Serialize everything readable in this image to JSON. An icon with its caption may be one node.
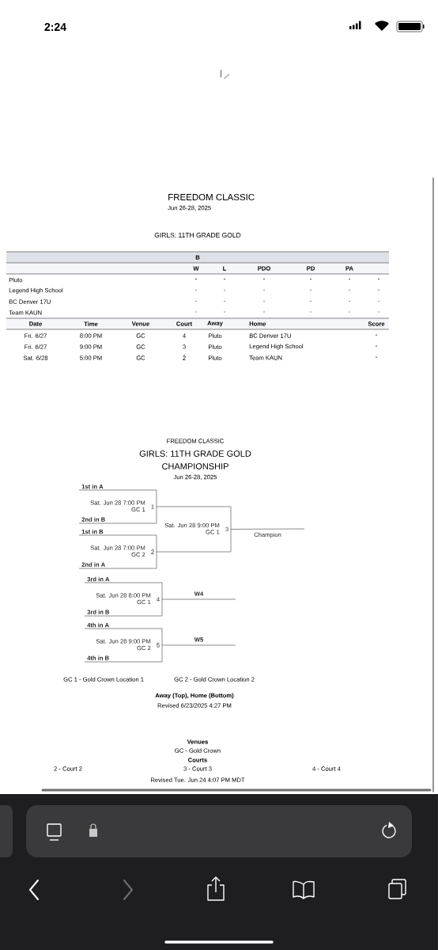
{
  "diagram": {
    "nodes": [
      {
        "text": [
          "1st in A",
          "Sat. Jun 28 7:00 PM",
          "GC 1",
          "1",
          "2nd in B"
        ]
      },
      {
        "text": [
          "Sat. Jun 28 9:00 PM",
          "GC 1",
          "3"
        ]
      },
      {
        "text": [
          "Champion"
        ]
      },
      {
        "text": [
          "1st in B",
          "Sat. Jun 28 7:00 PM",
          "GC 2",
          "2",
          "2nd in A"
        ]
      },
      {
        "text": [
          "3rd in A",
          "Sat. Jun 28 8:00 PM",
          "GC 1",
          "4",
          "3rd in B"
        ]
      },
      {
        "text": [
          "W4"
        ]
      },
      {
        "text": [
          "4th in A",
          "Sat. Jun 28 9:00 PM",
          "GC 2",
          "5",
          "4th in B"
        ]
      },
      {
        "text": [
          "W5"
        ]
      }
    ],
    "edges": [
      {
        "from": 0,
        "to": 1,
        "arrow": "none"
      },
      {
        "from": 3,
        "to": 1,
        "arrow": "none"
      },
      {
        "from": 1,
        "to": 2,
        "arrow": "none"
      },
      {
        "from": 4,
        "to": 5,
        "arrow": "none"
      },
      {
        "from": 6,
        "to": 7,
        "arrow": "none"
      }
    ],
    "labels": [
      "2:24",
      "FREEDOM CLASSIC",
      "Jun 26-28, 2025",
      "GIRLS: 11TH GRADE GOLD",
      "B",
      "W",
      "L",
      "PDO",
      "PD",
      "PA",
      "Pluto",
      "-",
      "-",
      "-",
      "-",
      "-",
      "-",
      "Legend High School",
      "-",
      "-",
      "-",
      "-",
      "-",
      "-",
      "BC Denver 17U",
      "-",
      "-",
      "-",
      "-",
      "-",
      "-",
      "Team KAUN",
      "-",
      "-",
      "-",
      "-",
      "-",
      "-",
      "Date",
      "Time",
      "Venue",
      "Court",
      "Away",
      "Home",
      "Score",
      "Fri. 6/27",
      "8:00 PM",
      "GC",
      "4",
      "Pluto",
      "BC Denver 17U",
      "-",
      "Fri. 6/27",
      "9:00 PM",
      "GC",
      "3",
      "Pluto",
      "Legend High School",
      "-",
      "Sat. 6/28",
      "5:00 PM",
      "GC",
      "2",
      "Pluto",
      "Team KAUN",
      "-",
      "FREEDOM CLASSIC",
      "GIRLS: 11TH GRADE GOLD",
      "CHAMPIONSHIP",
      "Jun 26-28, 2025",
      "GC 1 - Gold Crown Location 1",
      "GC 2 - Gold Crown Location 2",
      "Away (Top), Home (Bottom)",
      "Revised 6/23/2025 4:27 PM",
      "Venues",
      "GC - Gold Crown",
      "Courts",
      "2 - Court 2",
      "3 - Court 3",
      "4 - Court 4",
      "Revised Tue. Jun 24 4:07 PM MDT"
    ]
  }
}
